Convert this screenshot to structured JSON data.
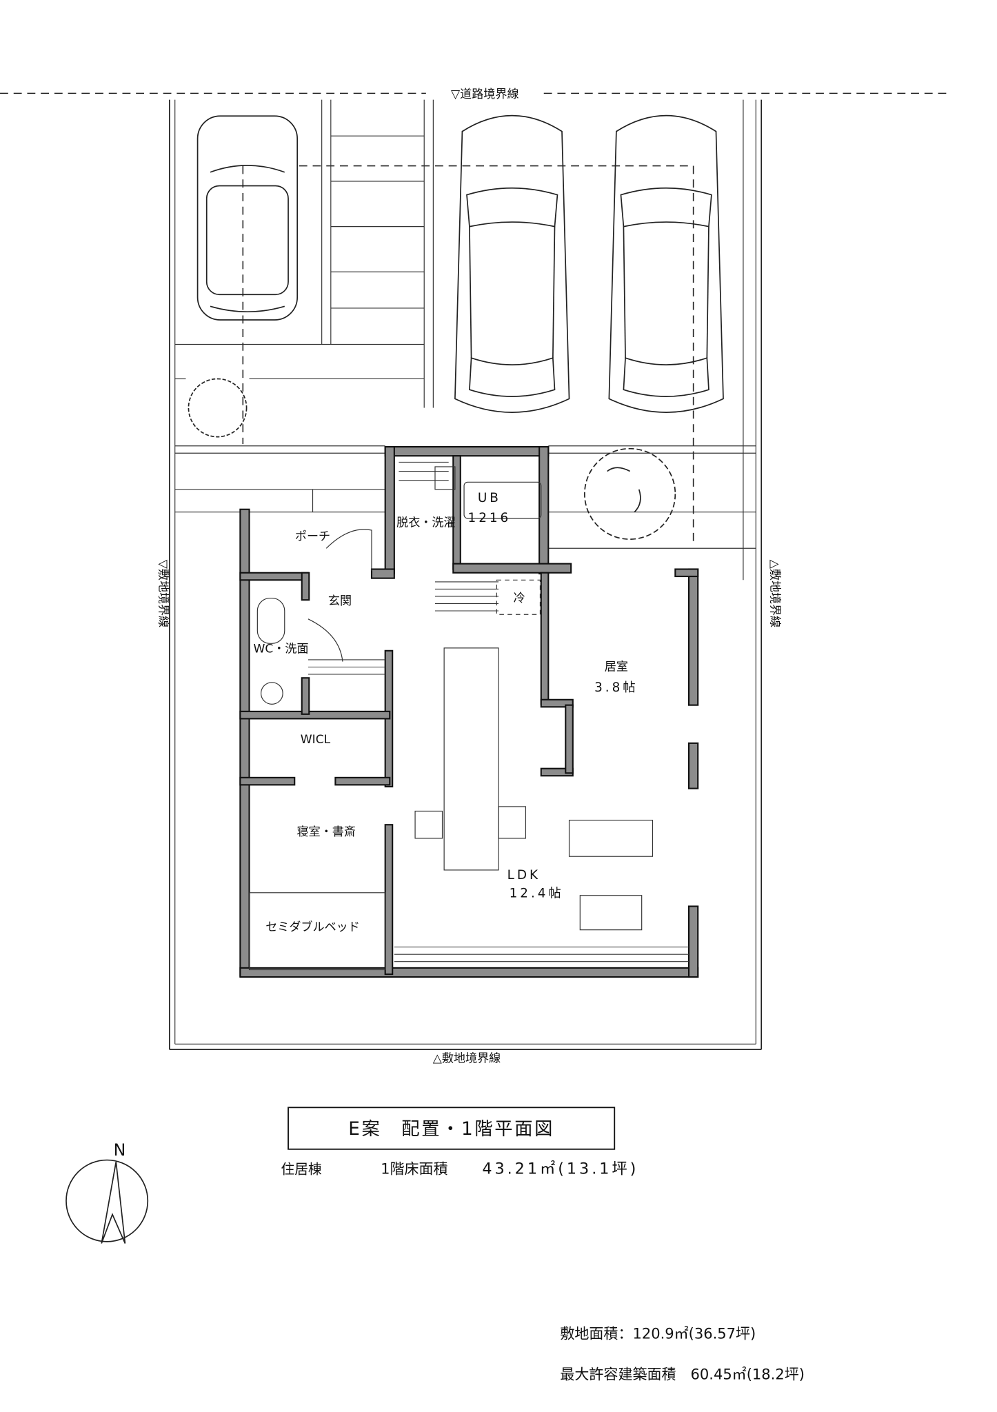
{
  "boundaries": {
    "road": "▽道路境界線",
    "site_left": "▽敷地境界線",
    "site_right": "△敷地境界線",
    "site_bottom": "△敷地境界線"
  },
  "rooms": {
    "porch": "ポーチ",
    "dressing": "脱衣・洗濯",
    "bath_name": "UB",
    "bath_size": "1216",
    "fridge": "冷",
    "entrance": "玄関",
    "wc": "WC・洗面",
    "room": "居室",
    "room_size": "3.8帖",
    "wicl": "WICL",
    "bedroom": "寝室・書斎",
    "ldk": "LDK",
    "ldk_size": "12.4帖",
    "bed": "セミダブルベッド"
  },
  "title": "E案　配置・1階平面図",
  "floor_area": {
    "building": "住居棟",
    "label": "1階床面積",
    "value": "43.21㎡(13.1坪)"
  },
  "compass": {
    "north": "N"
  },
  "site_area": "敷地面積：120.9㎡(36.57坪)",
  "max_building_area": "最大許容建築面積　60.45㎡(18.2坪)"
}
